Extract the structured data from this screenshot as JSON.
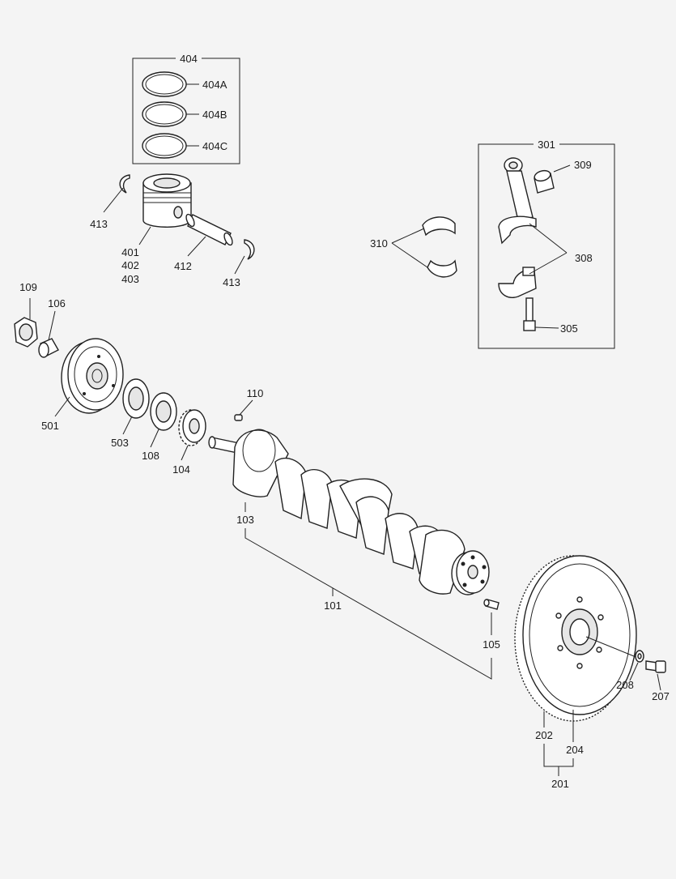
{
  "diagram": {
    "labels": {
      "l404": "404",
      "l404a": "404A",
      "l404b": "404B",
      "l404c": "404C",
      "l413a": "413",
      "l401": "401",
      "l402": "402",
      "l403": "403",
      "l412": "412",
      "l413b": "413",
      "l301": "301",
      "l309": "309",
      "l310": "310",
      "l308": "308",
      "l305": "305",
      "l109": "109",
      "l106": "106",
      "l501": "501",
      "l503": "503",
      "l108": "108",
      "l104": "104",
      "l110": "110",
      "l103": "103",
      "l101": "101",
      "l105": "105",
      "l208": "208",
      "l207": "207",
      "l202": "202",
      "l204": "204",
      "l201": "201"
    }
  }
}
